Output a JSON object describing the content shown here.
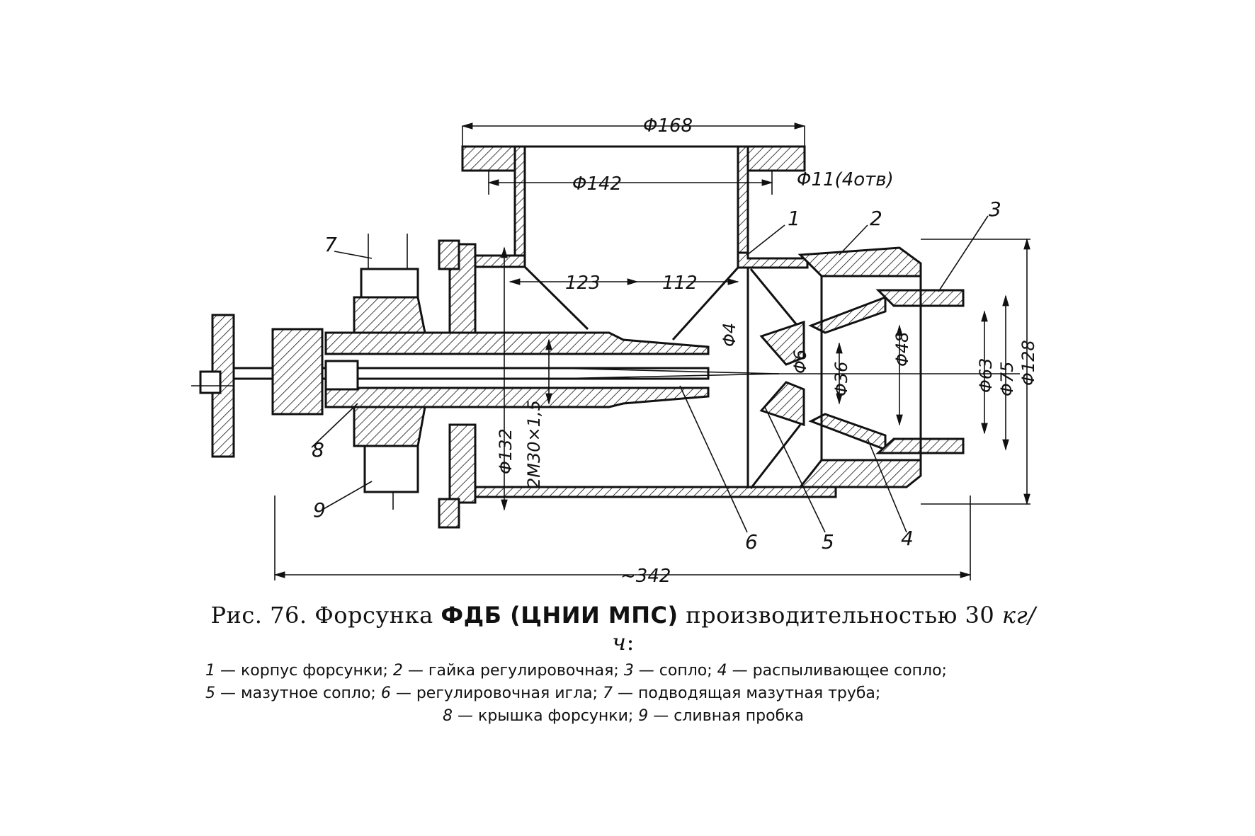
{
  "figure": {
    "dimensions": {
      "d168": "Φ168",
      "d142": "Φ142",
      "d11": "Φ11(4отв)",
      "d123": "123",
      "d112": "112",
      "d4": "Φ4",
      "d6": "Φ6",
      "d36": "Φ36",
      "d48": "Φ48",
      "d63": "Φ63",
      "d75": "Φ75",
      "d128": "Φ128",
      "d132": "Φ132",
      "thread": "2M30×1,5",
      "length": "~342"
    },
    "callouts": [
      "1",
      "2",
      "3",
      "4",
      "5",
      "6",
      "7",
      "8",
      "9"
    ]
  },
  "caption": {
    "prefix": "Рис. 76. Форсунка ",
    "bold": "ФДБ (ЦНИИ МПС)",
    "middle": " производительностью 30 ",
    "unit": "кг/ч",
    "suffix": ":"
  },
  "legend": [
    {
      "num": "1",
      "text": " — корпус форсунки; "
    },
    {
      "num": "2",
      "text": " — гайка регулировочная; "
    },
    {
      "num": "3",
      "text": " — сопло; "
    },
    {
      "num": "4",
      "text": " — распыливающее сопло; "
    },
    {
      "num": "5",
      "text": " — мазутное сопло; "
    },
    {
      "num": "6",
      "text": " — регулировочная игла; "
    },
    {
      "num": "7",
      "text": " — подводящая мазутная труба; "
    },
    {
      "num": "8",
      "text": " — крышка форсунки; "
    },
    {
      "num": "9",
      "text": " — сливная пробка"
    }
  ]
}
